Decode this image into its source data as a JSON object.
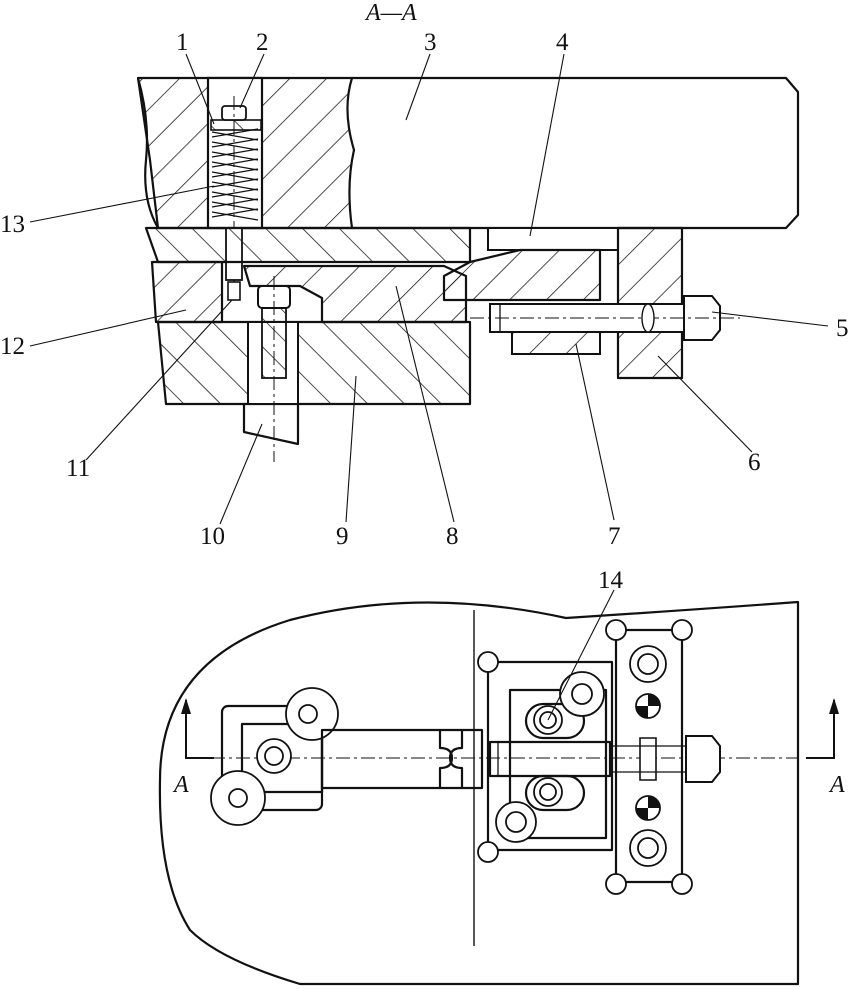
{
  "section_title": "A—A",
  "section_mark_left": "A",
  "section_mark_right": "A",
  "callouts": {
    "p1": "1",
    "p2": "2",
    "p3": "3",
    "p4": "4",
    "p5": "5",
    "p6": "6",
    "p7": "7",
    "p8": "8",
    "p9": "9",
    "p10": "10",
    "p11": "11",
    "p12": "12",
    "p13": "13",
    "p14": "14"
  },
  "colors": {
    "line": "#111111",
    "background": "#ffffff"
  }
}
